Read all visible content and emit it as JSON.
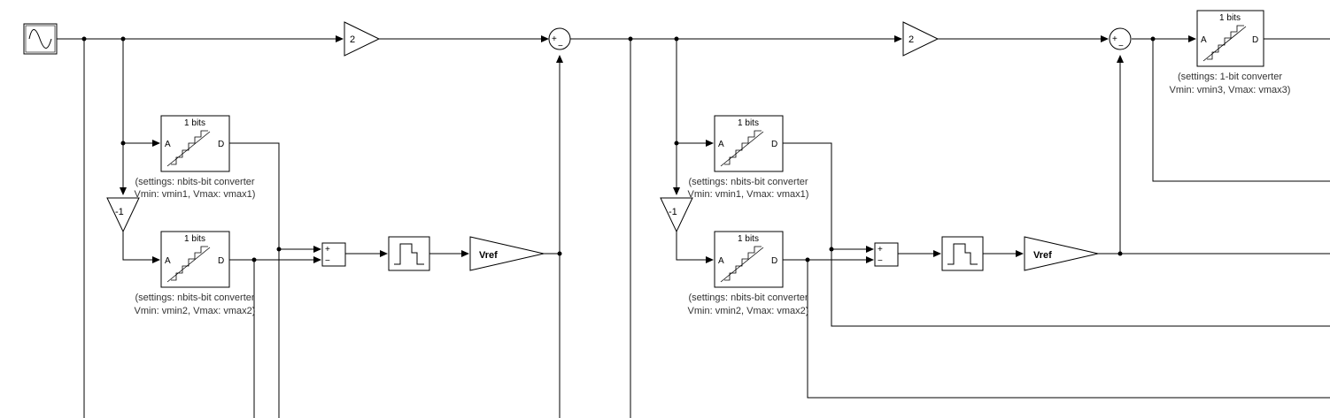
{
  "colors": {
    "wire": "#000000",
    "block_fill": "#ffffff",
    "caption": "#333333"
  },
  "gain_2": "2",
  "gain_neg1": "-1",
  "vref": "Vref",
  "adc_bits_label": "1 bits",
  "port_a": "A",
  "port_d": "D",
  "sum_plus": "+",
  "sum_minus": "−",
  "stage1": {
    "adc_top_caption_1": "(settings: nbits-bit converter",
    "adc_top_caption_2": "Vmin: vmin1, Vmax: vmax1)",
    "adc_bottom_caption_1": "(settings: nbits-bit converter",
    "adc_bottom_caption_2": "Vmin: vmin2, Vmax: vmax2)"
  },
  "stage2": {
    "adc_top_caption_1": "(settings: nbits-bit converter",
    "adc_top_caption_2": "Vmin: vmin1, Vmax: vmax1)",
    "adc_bottom_caption_1": "(settings: nbits-bit converter",
    "adc_bottom_caption_2": "Vmin: vmin2, Vmax: vmax2)",
    "adc_final_caption_1": "(settings: 1-bit converter",
    "adc_final_caption_2": "Vmin: vmin3, Vmax: vmax3)"
  },
  "icons": {
    "source": "sine-wave-icon",
    "adc": "staircase-adc-icon",
    "logic": "pulse-logic-icon"
  }
}
